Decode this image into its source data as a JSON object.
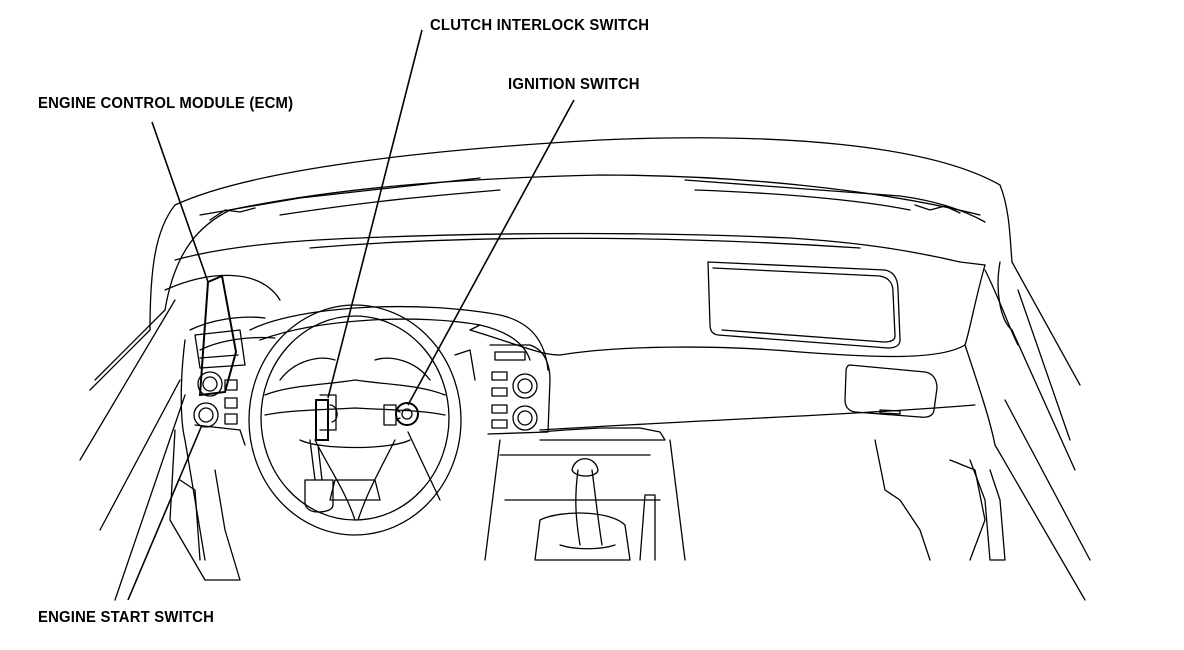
{
  "labels": {
    "clutch_interlock_switch": "CLUTCH INTERLOCK SWITCH",
    "ignition_switch": "IGNITION SWITCH",
    "engine_control_module": "ENGINE CONTROL MODULE (ECM)",
    "engine_start_switch": "ENGINE START SWITCH"
  },
  "colors": {
    "line": "#000000",
    "background": "#ffffff"
  }
}
